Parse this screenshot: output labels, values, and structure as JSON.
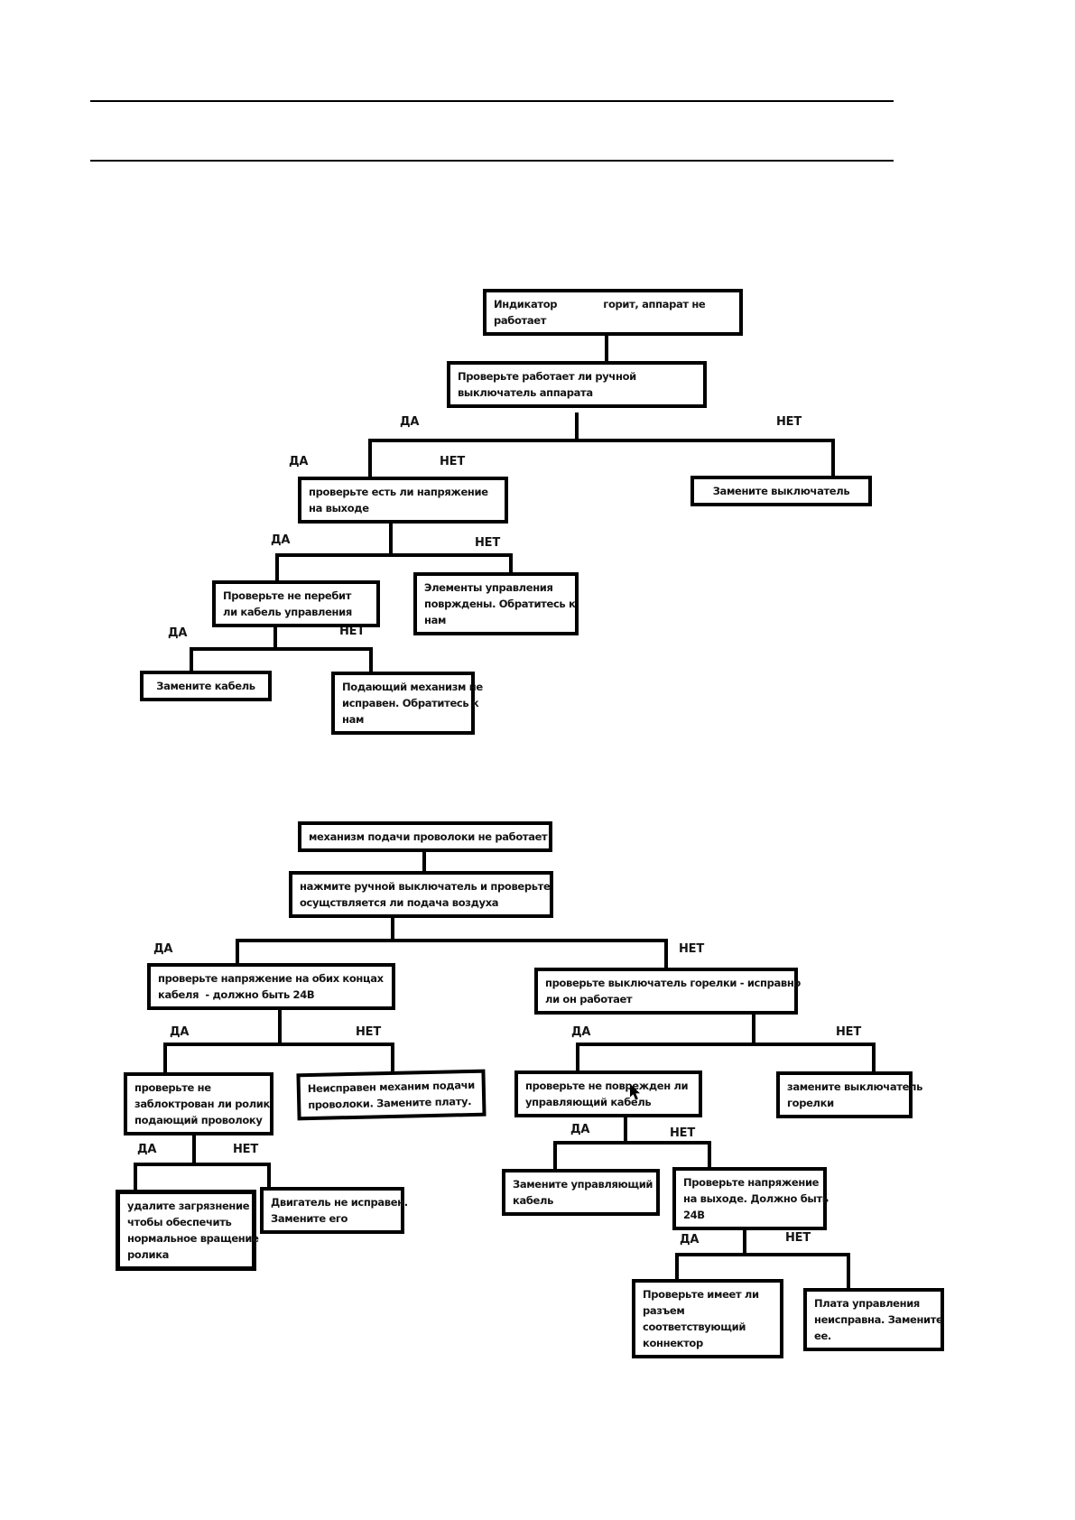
{
  "labels": {
    "yes": "ДА",
    "no": "НЕТ"
  },
  "colors": {
    "line": "#000000",
    "border": "#000000",
    "background": "#ffffff",
    "text": "#141414"
  },
  "icons": {
    "cursor": "mouse-pointer"
  },
  "chart1": {
    "nodes": {
      "indicator_lit": "Индикатор              горит, аппарат не\nработает",
      "check_manual_switch": "Проверьте работает ли ручной\nвыключатель аппарата",
      "replace_switch": "Замените выключатель",
      "check_output_voltage": "проверьте есть ли напряжение\nна выходе",
      "check_control_cable": "Проверьте не перебит\nли кабель управления",
      "controls_damaged": "Элементы управления\nповрждены. Обратитесь к\nнам",
      "replace_cable": "Замените кабель",
      "feeder_faulty": "Подающий механизм не\nисправен. Обратитесь к\nнам"
    }
  },
  "chart2": {
    "nodes": {
      "feeder_not_working": "механизм подачи проволоки не работает",
      "press_manual_switch": "нажмите ручной выключатель и проверьте\nосущствляется ли подача воздуха",
      "check_cable_ends_24v": "проверьте напряжение на обих концах\nкабеля  - должно быть 24В",
      "check_torch_switch": "проверьте выключатель горелки - исправно\nли он работает",
      "check_roller_blocked": "проверьте не\nзаблоктрован ли ролик\nподающий проволоку",
      "feeder_mech_replace_board": "Неисправен механим подачи\nпроволоки. Замените плату.",
      "remove_dirt": "удалите загрязнение\nчтобы обеспечить\nнормальное вращение\nролика",
      "motor_faulty": "Двигатель не исправен.\nЗамените его",
      "check_control_cable_damage": "проверьте не поврежден ли\nуправляющий кабель",
      "replace_torch_switch": "замените выключатель\nгорелки",
      "replace_control_cable": "Замените управляющий\nкабель",
      "check_output_24v": "Проверьте напряжение\nна выходе. Должно быть\n24В",
      "check_connector": "Проверьте имеет ли\nразъем\nсоответствующий\nконнектор",
      "board_faulty": "Плата управления\nнеисправна. Замените\nее."
    }
  }
}
